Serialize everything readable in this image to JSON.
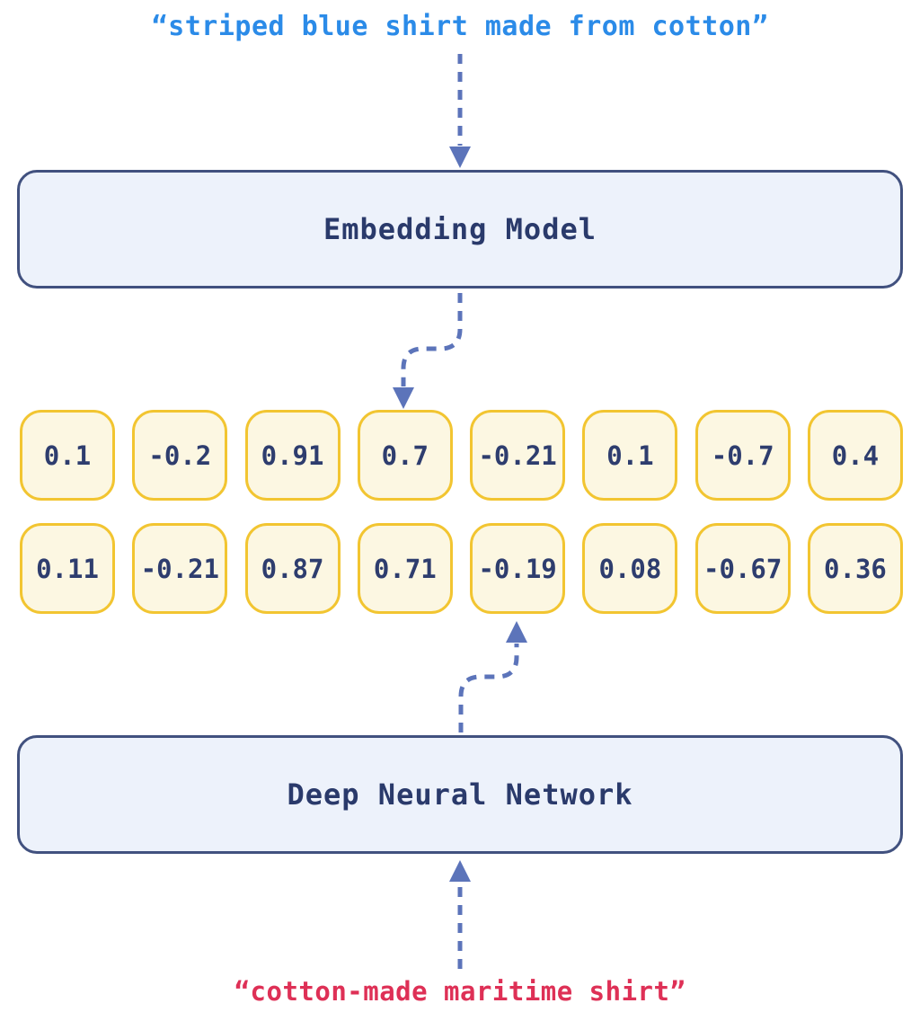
{
  "queries": {
    "top": {
      "text": "“striped blue shirt made from cotton”",
      "color": "#2B8BE8"
    },
    "bottom": {
      "text": "“cotton-made maritime shirt”",
      "color": "#DE3056"
    }
  },
  "boxes": {
    "embedding_label": "Embedding Model",
    "dnn_label": "Deep Neural Network"
  },
  "vectors": {
    "row1": [
      "0.1",
      "-0.2",
      "0.91",
      "0.7",
      "-0.21",
      "0.1",
      "-0.7",
      "0.4"
    ],
    "row2": [
      "0.11",
      "-0.21",
      "0.87",
      "0.71",
      "-0.19",
      "0.08",
      "-0.67",
      "0.36"
    ]
  },
  "icons": {
    "arrow_query_to_embedding": "dashed-arrow-down-icon",
    "arrow_embedding_to_vector": "dashed-s-curve-arrow-down-icon",
    "arrow_dnn_to_vector": "dashed-s-curve-arrow-up-icon",
    "arrow_query_to_dnn": "dashed-arrow-up-icon"
  },
  "colors": {
    "background": "#FFFFFF",
    "query_top_blue": "#2B8BE8",
    "query_bottom_red": "#DE3056",
    "arrow_slate_blue": "#5C74BA",
    "model_box_fill": "#EDF2FB",
    "model_box_border": "#41517F",
    "model_box_text": "#2A3A6B",
    "vector_cell_fill": "#FCF7E2",
    "vector_cell_border": "#F2C531",
    "vector_cell_text": "#2E3D6E"
  }
}
